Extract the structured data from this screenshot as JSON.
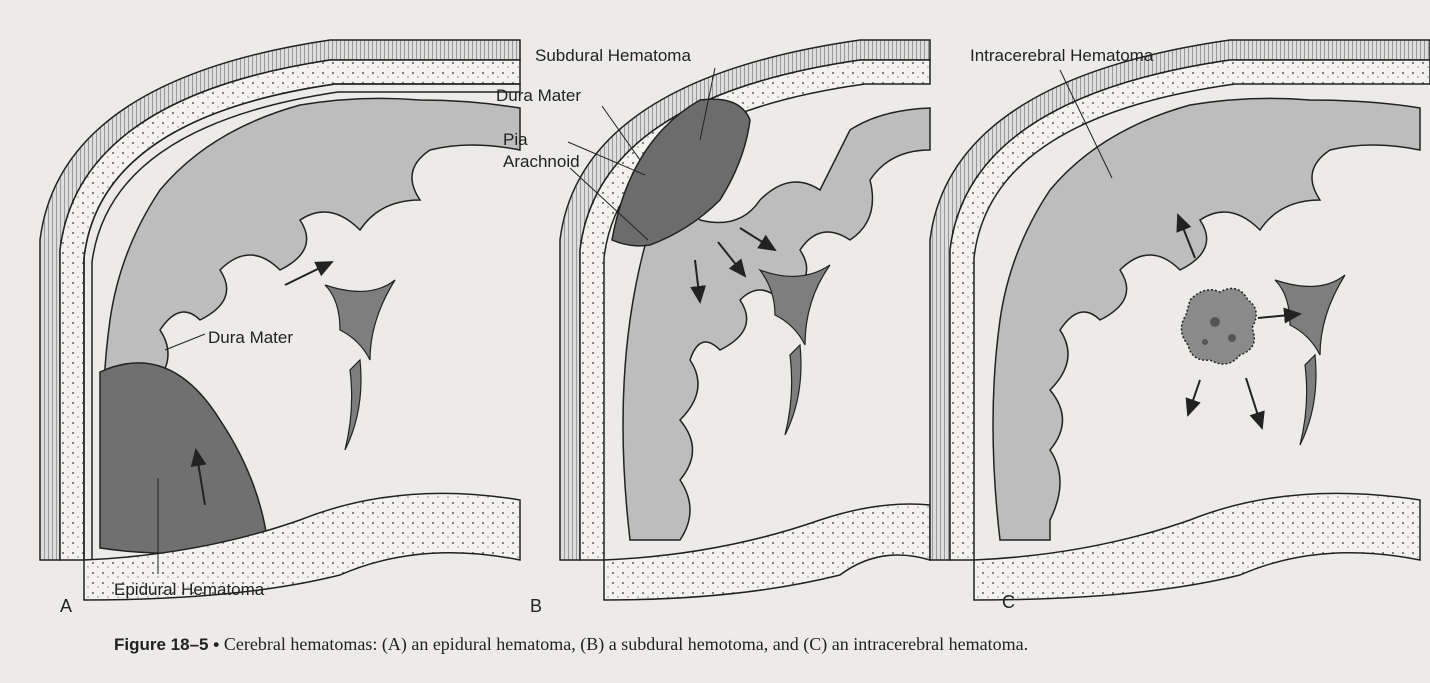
{
  "panels": [
    {
      "letter": "A",
      "labels": {
        "dura": "Dura Mater",
        "hematoma": "Epidural Hematoma"
      }
    },
    {
      "letter": "B",
      "labels": {
        "hematoma": "Subdural Hematoma",
        "dura": "Dura Mater",
        "pia": "Pia",
        "arachnoid": "Arachnoid"
      }
    },
    {
      "letter": "C",
      "labels": {
        "hematoma": "Intracerebral Hematoma"
      }
    }
  ],
  "caption": {
    "number": "Figure 18–5 •",
    "text": "Cerebral hematomas: (A) an epidural hematoma, (B) a subdural hemotoma, and (C) an intracerebral hematoma."
  },
  "colors": {
    "hematoma": "#6f6f6f",
    "gray_matter": "#b9b9b9",
    "ventricle": "#7a7a7a",
    "line": "#2a2a2a"
  }
}
